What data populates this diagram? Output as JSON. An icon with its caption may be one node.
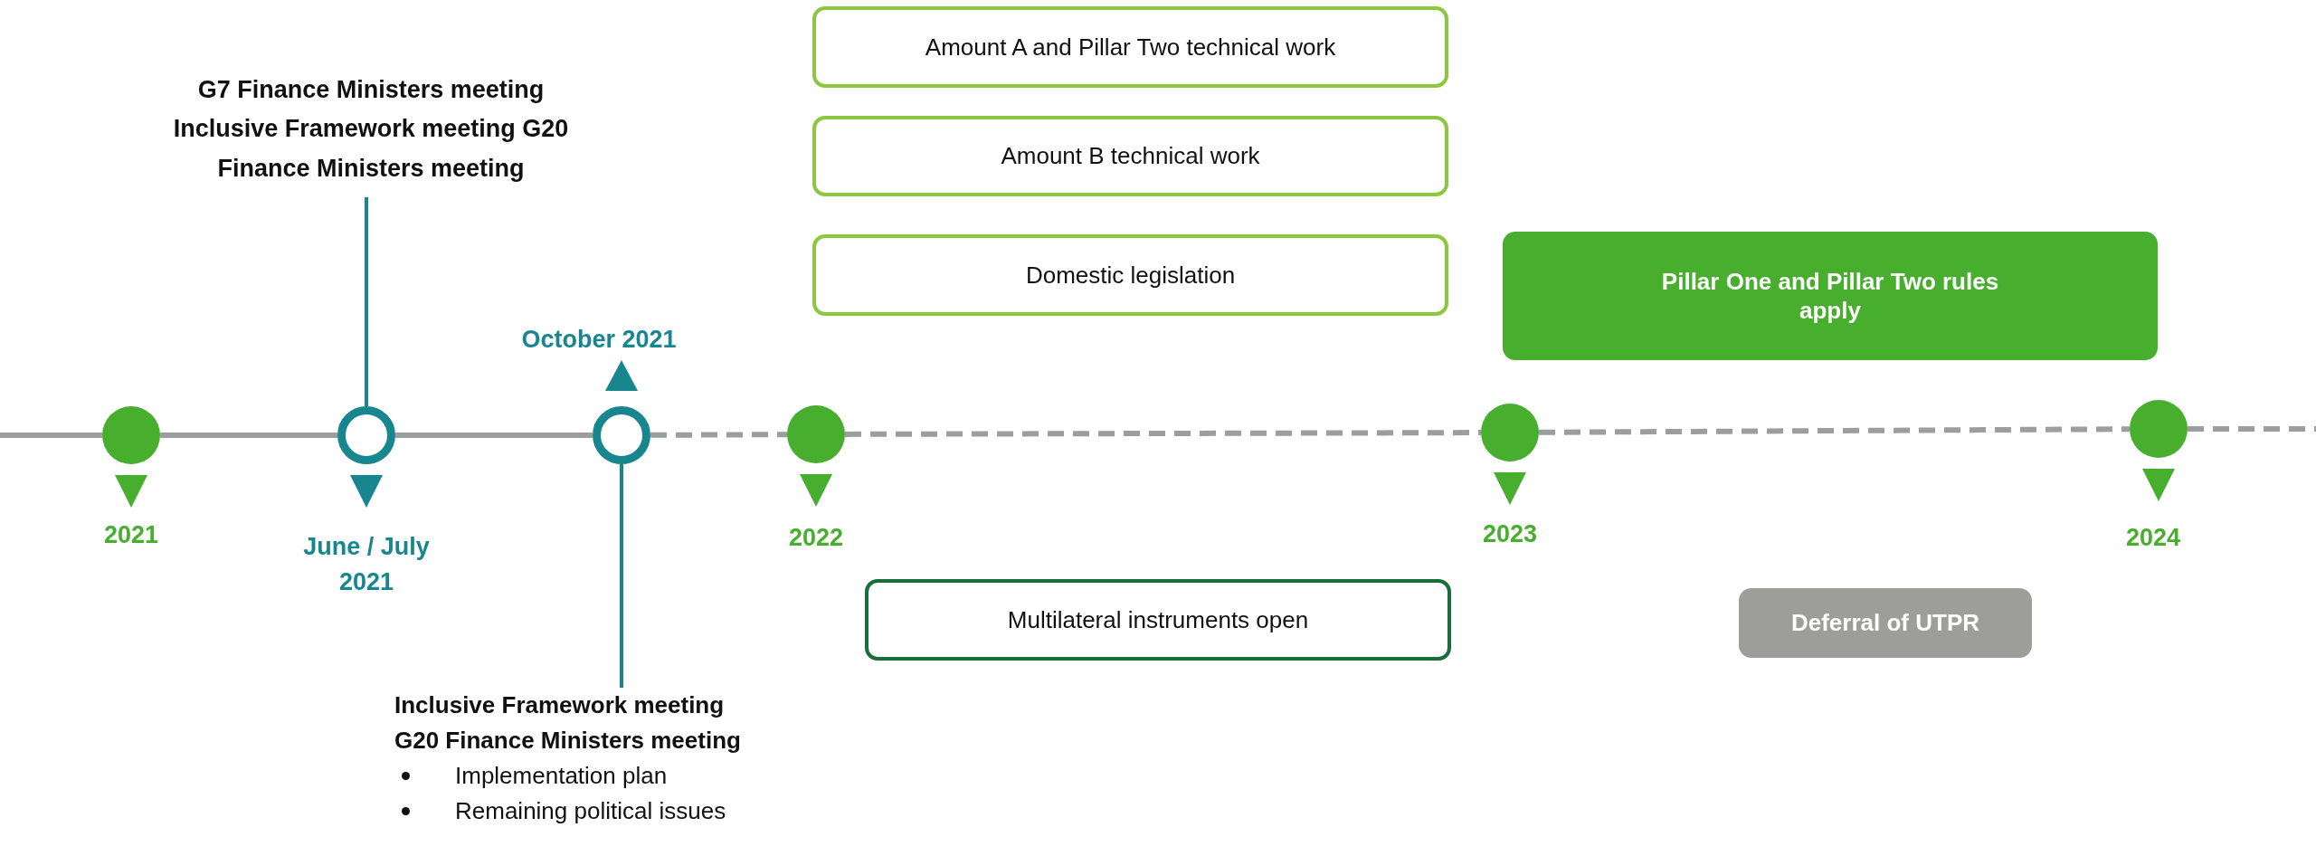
{
  "diagram": {
    "nodes": [
      {
        "text": [],
        "shape": "circle",
        "beside": [
          "2021"
        ]
      },
      {
        "text": [],
        "shape": "circle",
        "beside": [
          "June / July 2021"
        ]
      },
      {
        "text": [],
        "shape": "circle",
        "beside": [
          "October 2021"
        ]
      },
      {
        "text": [],
        "shape": "circle",
        "beside": [
          "2022"
        ]
      },
      {
        "text": [],
        "shape": "circle",
        "beside": [
          "2023"
        ]
      },
      {
        "text": [],
        "shape": "circle",
        "beside": [
          "2024"
        ]
      },
      {
        "text": [
          "G7 Finance Ministers meeting Inclusive Framework meeting G20 Finance Ministers meeting"
        ]
      },
      {
        "text": [
          "Inclusive Framework meeting",
          "G20 Finance Ministers meeting",
          "Implementation plan",
          "Remaining political issues"
        ]
      },
      {
        "text": [
          "Amount A and Pillar Two technical work"
        ]
      },
      {
        "text": [
          "Amount B technical work"
        ]
      },
      {
        "text": [
          "Domestic legislation"
        ]
      },
      {
        "text": [
          "Pillar One and Pillar Two rules apply"
        ]
      },
      {
        "text": [
          "Multilateral instruments open"
        ]
      },
      {
        "text": [
          "Deferral of UTPR"
        ]
      }
    ],
    "edges": [
      {
        "from": null,
        "to": 0,
        "arrow": "none"
      },
      {
        "from": 0,
        "to": 1,
        "arrow": "none"
      },
      {
        "from": 1,
        "to": 2,
        "arrow": "none"
      },
      {
        "from": 2,
        "to": 3,
        "arrow": "none",
        "style": "dashed"
      },
      {
        "from": 3,
        "to": 4,
        "arrow": "none",
        "style": "dashed"
      },
      {
        "from": 4,
        "to": 5,
        "arrow": "none",
        "style": "dashed"
      },
      {
        "from": 5,
        "to": null,
        "arrow": "none",
        "style": "dashed"
      },
      {
        "from": 6,
        "to": 1,
        "arrow": "none",
        "color": "#17868f"
      },
      {
        "from": 2,
        "to": 7,
        "arrow": "none",
        "color": "#17868f"
      }
    ]
  }
}
